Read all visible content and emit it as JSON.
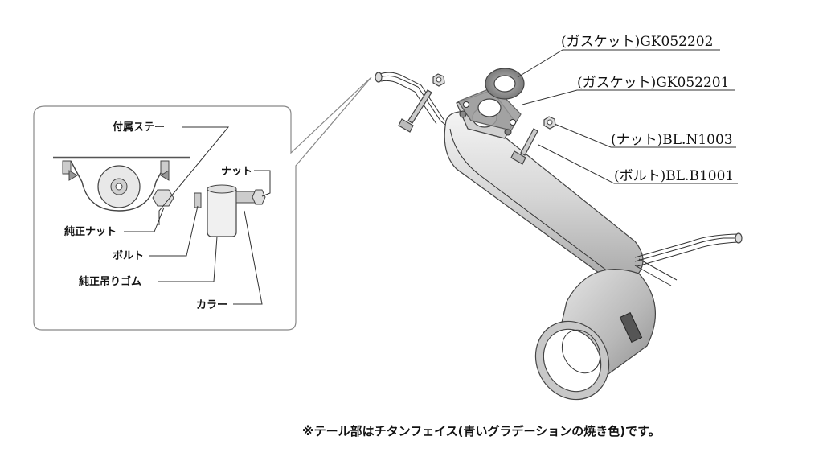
{
  "callouts": {
    "gasket_a": "(ガスケット)GK052202",
    "gasket_b": "(ガスケット)GK052201",
    "nut": "(ナット)BL.N1003",
    "bolt": "(ボルト)BL.B1001"
  },
  "inset": {
    "bracket": "付属ステー",
    "nut": "ナット",
    "oem_nut": "純正ナット",
    "bolt": "ボルト",
    "oem_rubber": "純正吊りゴム",
    "collar": "カラー"
  },
  "footnote": "※テール部はチタンフェイス(青いグラデーションの焼き色)です。",
  "colors": {
    "line": "#333333",
    "part_fill": "#e2e2e2",
    "part_dark": "#8a8a8a",
    "inset_border": "#888888"
  }
}
